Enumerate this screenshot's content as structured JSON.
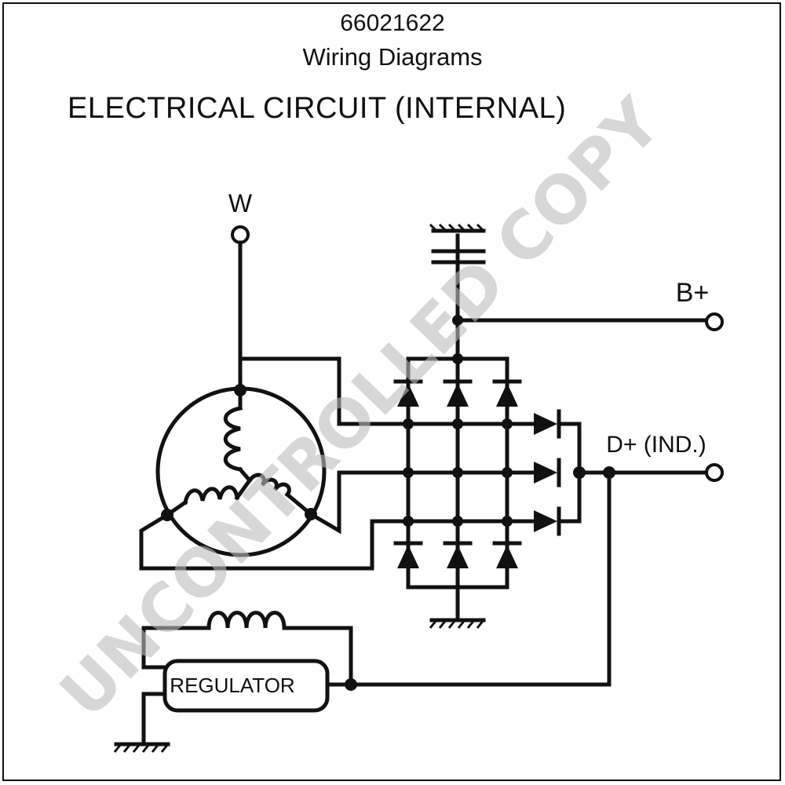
{
  "header": {
    "part_number": "66021622",
    "doc_title": "Wiring Diagrams",
    "section_title": "ELECTRICAL CIRCUIT (INTERNAL)"
  },
  "terminals": {
    "w": "W",
    "b_plus": "B+",
    "d_plus": "D+ (IND.)"
  },
  "components": {
    "regulator": "REGULATOR"
  },
  "watermark": "UNCONTROLLED COPY",
  "colors": {
    "line": "#111111",
    "watermark": "#bdbdbd",
    "background": "#ffffff"
  }
}
